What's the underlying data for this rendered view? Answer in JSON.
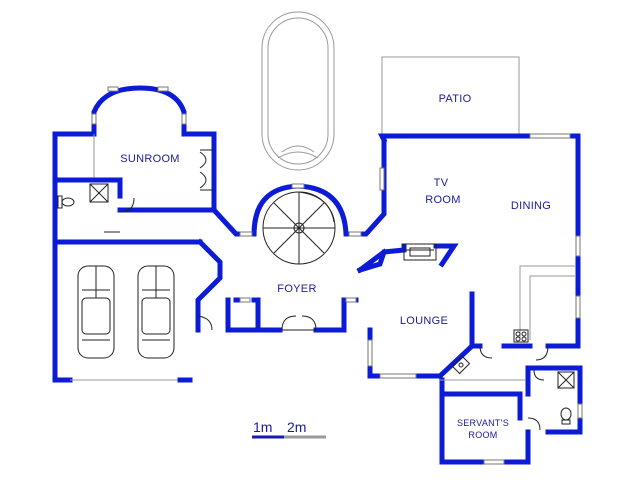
{
  "rooms": {
    "patio": "PATIO",
    "sunroom": "SUNROOM",
    "tv_room_line1": "TV",
    "tv_room_line2": "ROOM",
    "dining": "DINING",
    "foyer": "FOYER",
    "lounge": "LOUNGE",
    "servants_room_line1": "SERVANT'S",
    "servants_room_line2": "ROOM"
  },
  "scale": {
    "label_1": "1m",
    "label_2": "2m"
  },
  "colors": {
    "wall": "#0b1bd6",
    "label": "#1a1a9c",
    "outline": "#9a9a9a"
  }
}
